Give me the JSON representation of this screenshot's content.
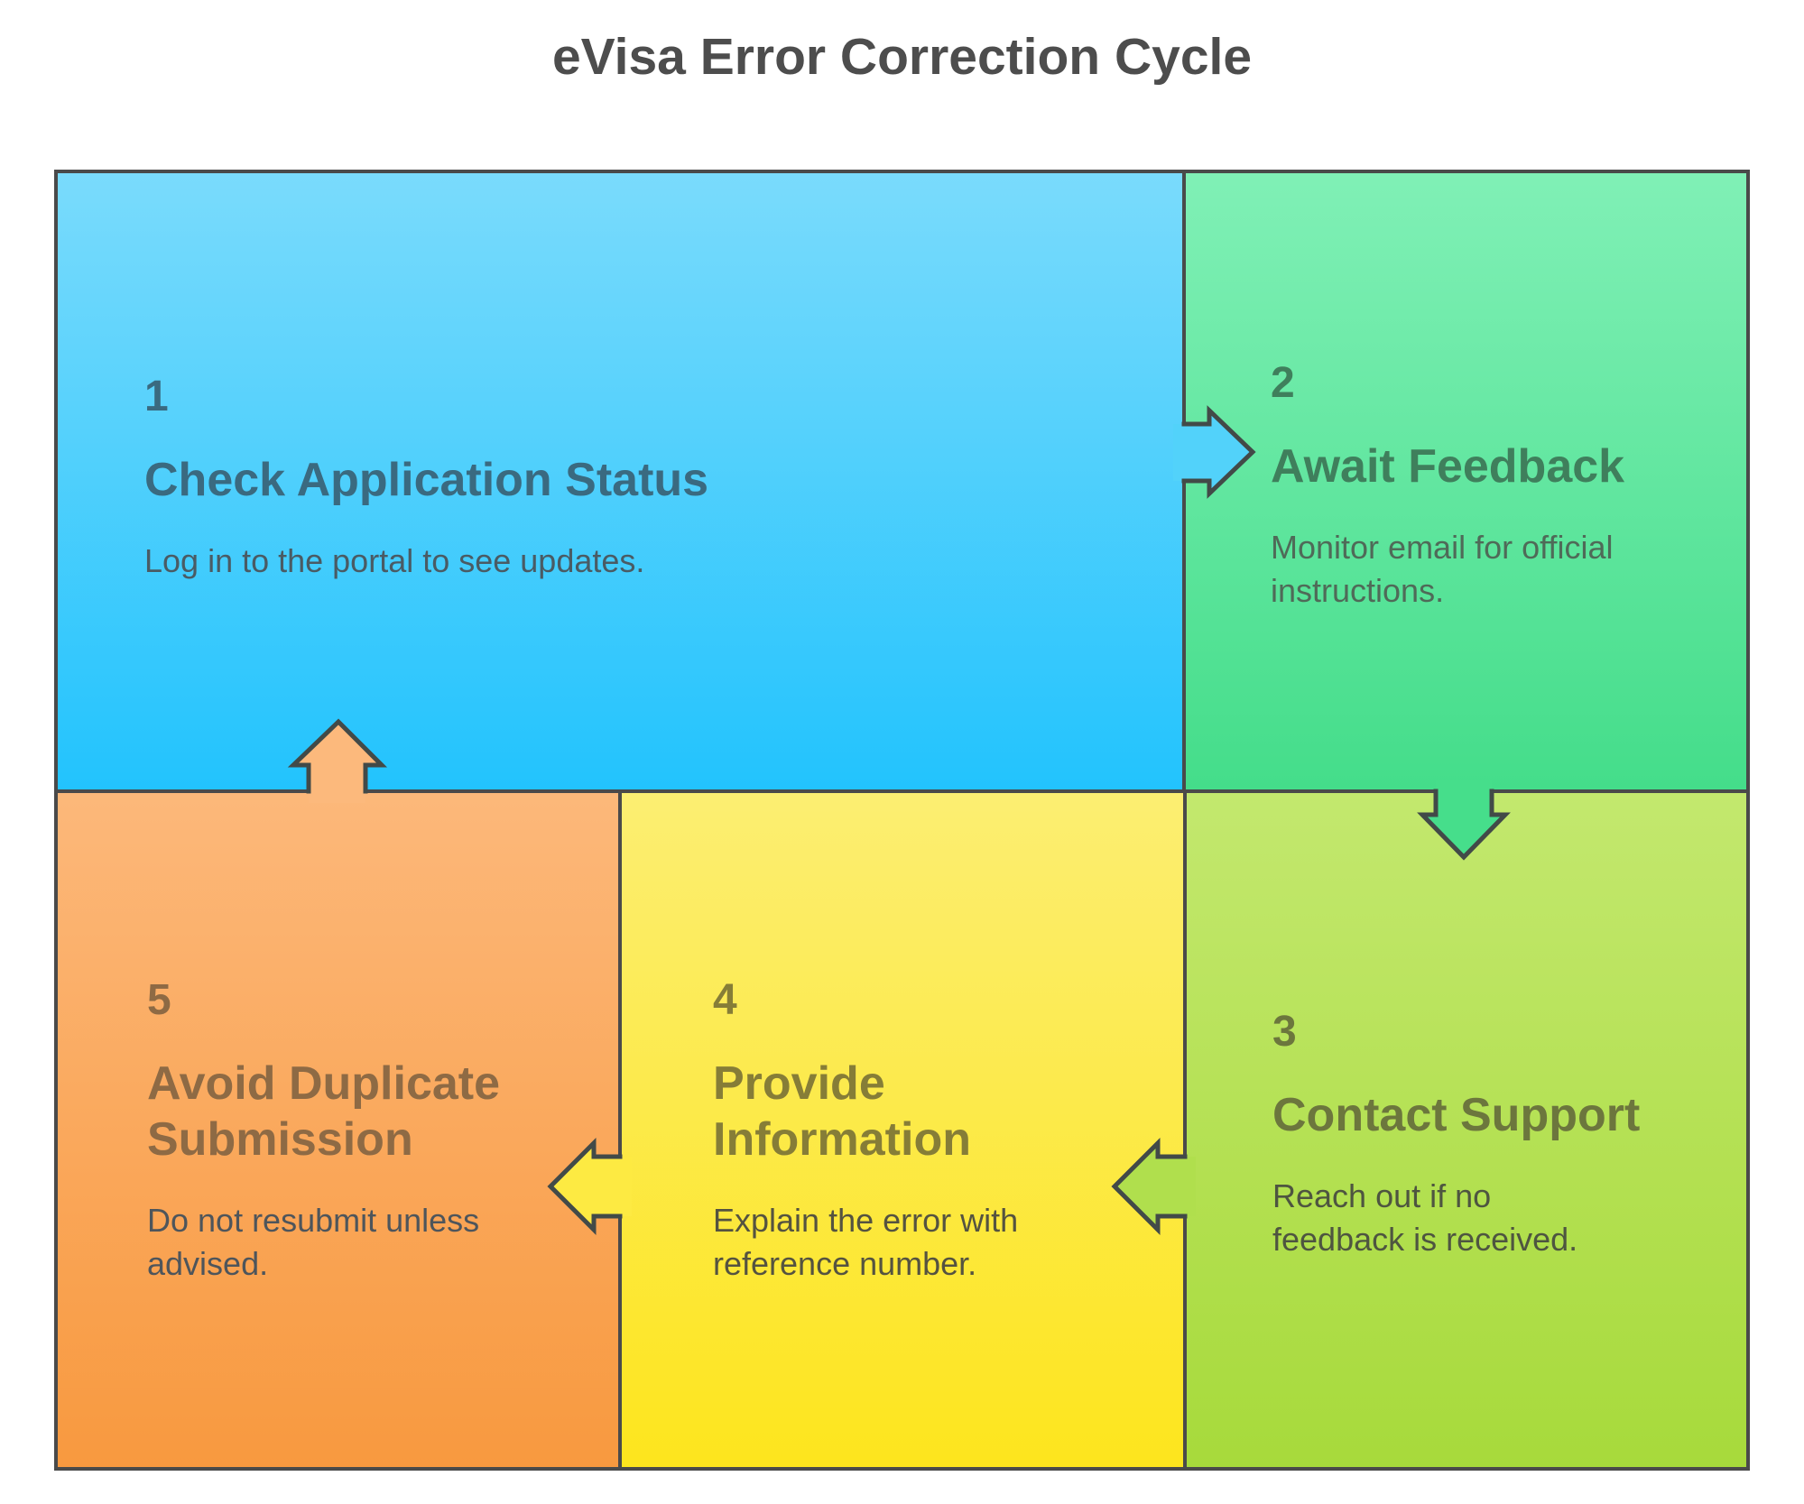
{
  "title": "eVisa Error Correction Cycle",
  "colors": {
    "background": "#ffffff",
    "border": "#4a4a4a",
    "arrow_outline": "#424a48",
    "title_text": "#4d4d4d"
  },
  "panels": [
    {
      "number": "1",
      "heading_lines": [
        "Check Application Status"
      ],
      "body_lines": [
        "Log in to the portal to see updates."
      ],
      "colors": {
        "gradient_top": "#7adbfc",
        "gradient_bottom": "#22c3fd",
        "heading": "#3a6a80",
        "body": "#4a5b64"
      }
    },
    {
      "number": "2",
      "heading_lines": [
        "Await Feedback"
      ],
      "body_lines": [
        "Monitor email for official",
        "instructions."
      ],
      "colors": {
        "gradient_top": "#80f0b6",
        "gradient_bottom": "#44dd8a",
        "heading": "#3f7f5c",
        "body": "#4f6a58"
      }
    },
    {
      "number": "3",
      "heading_lines": [
        "Contact Support"
      ],
      "body_lines": [
        "Reach out if no",
        "feedback is received."
      ],
      "colors": {
        "gradient_top": "#c3e86e",
        "gradient_bottom": "#a7da3b",
        "heading": "#6c763d",
        "body": "#4e5540"
      }
    },
    {
      "number": "4",
      "heading_lines": [
        "Provide",
        "Information"
      ],
      "body_lines": [
        "Explain the error with",
        "reference number."
      ],
      "colors": {
        "gradient_top": "#fcee72",
        "gradient_bottom": "#fde51d",
        "heading": "#867d37",
        "body": "#555340"
      }
    },
    {
      "number": "5",
      "heading_lines": [
        "Avoid Duplicate",
        "Submission"
      ],
      "body_lines": [
        "Do not resubmit unless",
        "advised."
      ],
      "colors": {
        "gradient_top": "#fcb87a",
        "gradient_bottom": "#f8993f",
        "heading": "#8e6a44",
        "body": "#4e555b"
      }
    }
  ],
  "arrows": [
    {
      "from": "1",
      "to": "2",
      "direction": "right",
      "color": "#52d2fa"
    },
    {
      "from": "2",
      "to": "3",
      "direction": "down",
      "color": "#46de8b"
    },
    {
      "from": "3",
      "to": "4",
      "direction": "left",
      "color": "#b0df4d"
    },
    {
      "from": "4",
      "to": "5",
      "direction": "left",
      "color": "#fdea42"
    },
    {
      "from": "5",
      "to": "1",
      "direction": "up",
      "color": "#fcb97c"
    }
  ]
}
